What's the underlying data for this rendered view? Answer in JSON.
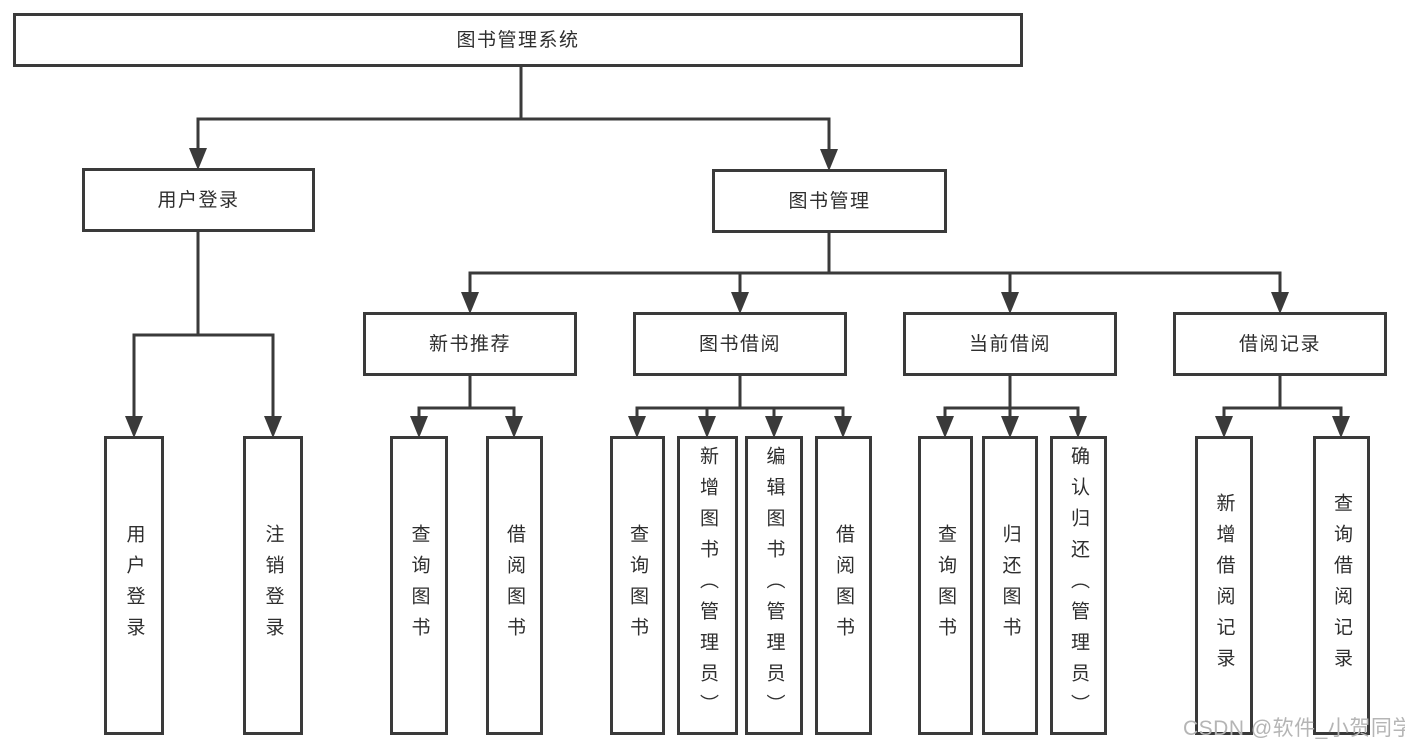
{
  "tree": {
    "root": {
      "label": "图书管理系统"
    },
    "branches": [
      {
        "label": "用户登录",
        "children": [
          {
            "label": "用户登录"
          },
          {
            "label": "注销登录"
          }
        ]
      },
      {
        "label": "图书管理",
        "children": [
          {
            "label": "新书推荐",
            "children": [
              {
                "label": "查询图书"
              },
              {
                "label": "借阅图书"
              }
            ]
          },
          {
            "label": "图书借阅",
            "children": [
              {
                "label": "查询图书"
              },
              {
                "label": "新增图书（管理员）"
              },
              {
                "label": "编辑图书（管理员）"
              },
              {
                "label": "借阅图书"
              }
            ]
          },
          {
            "label": "当前借阅",
            "children": [
              {
                "label": "查询图书"
              },
              {
                "label": "归还图书"
              },
              {
                "label": "确认归还（管理员）"
              }
            ]
          },
          {
            "label": "借阅记录",
            "children": [
              {
                "label": "新增借阅记录"
              },
              {
                "label": "查询借阅记录"
              }
            ]
          }
        ]
      }
    ]
  },
  "watermark": "CSDN @软件_小贺同学",
  "colors": {
    "line": "#3a3a3a",
    "text": "#2e2e2e",
    "watermark": "#b5b5b5",
    "background": "#ffffff"
  }
}
